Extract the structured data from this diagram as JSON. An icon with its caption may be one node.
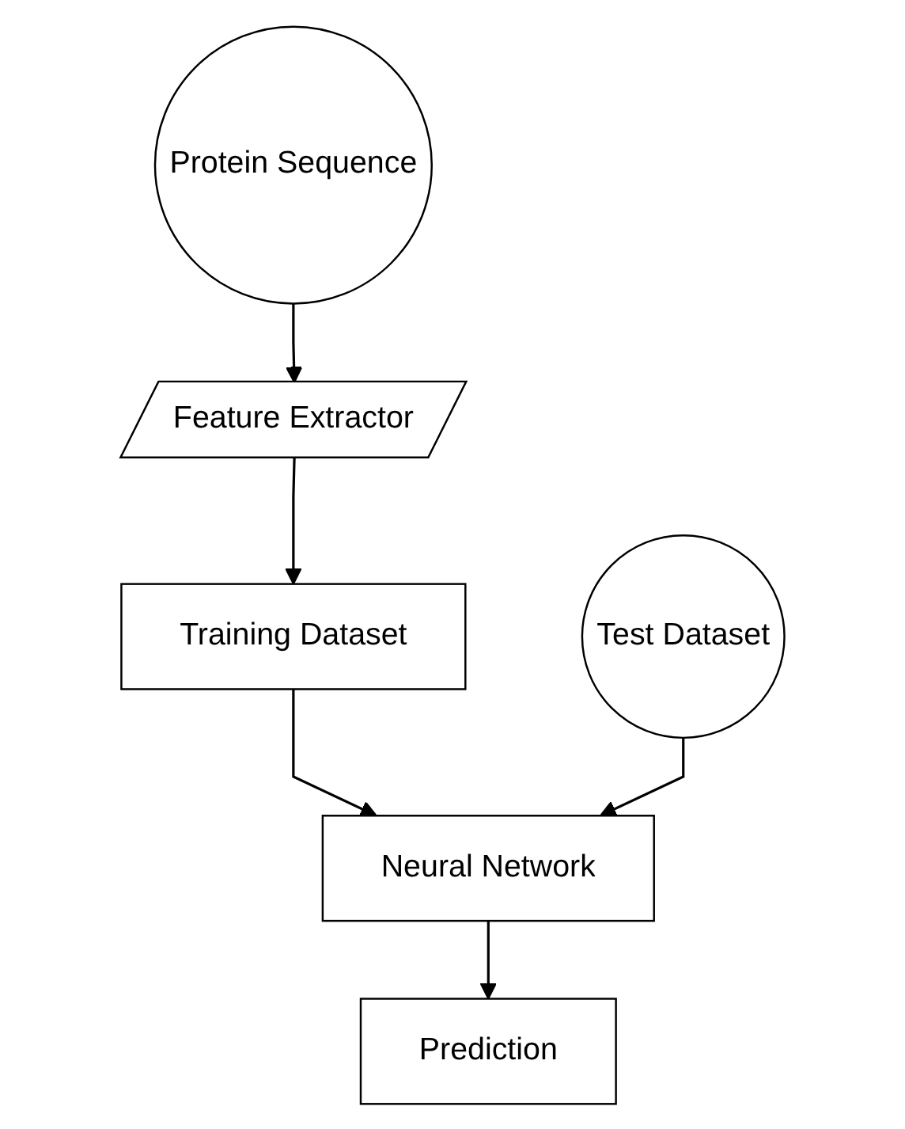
{
  "diagram": {
    "nodes": [
      {
        "text": [
          "Protein Sequence"
        ]
      },
      {
        "text": [
          "Feature Extractor"
        ]
      },
      {
        "text": [
          "Training Dataset"
        ]
      },
      {
        "text": [
          "Test Dataset"
        ]
      },
      {
        "text": [
          "Neural Network"
        ]
      },
      {
        "text": [
          "Prediction"
        ]
      }
    ],
    "edges": [
      {
        "from": 0,
        "to": 1,
        "arrow": "to"
      },
      {
        "from": 1,
        "to": 2,
        "arrow": "to"
      },
      {
        "from": 2,
        "to": 4,
        "arrow": "to"
      },
      {
        "from": 3,
        "to": 4,
        "arrow": "to"
      },
      {
        "from": 4,
        "to": 5,
        "arrow": "to"
      }
    ]
  }
}
